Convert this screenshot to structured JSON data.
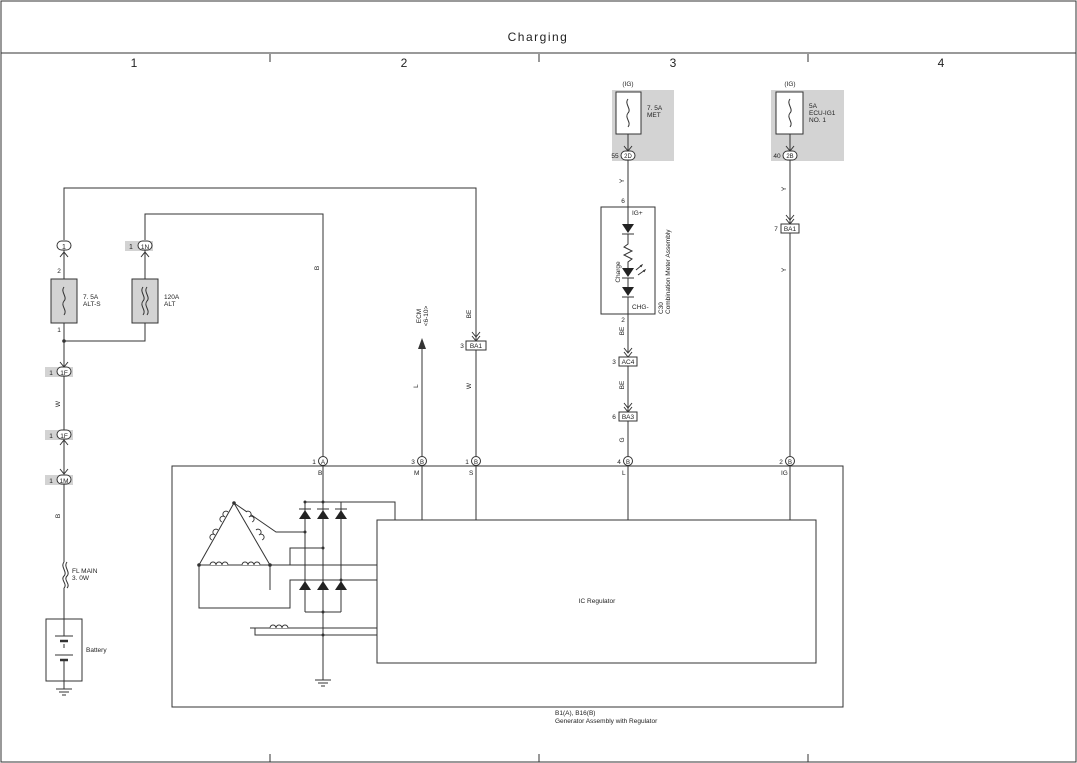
{
  "title": "Charging",
  "columns": [
    "1",
    "2",
    "3",
    "4"
  ],
  "power_sources": [
    {
      "tag": "(IG)",
      "fuse": "7. 5A",
      "name": "MET",
      "pin": "55",
      "connector": "2D"
    },
    {
      "tag": "(IG)",
      "fuse": "5A",
      "name": "ECU-IG1",
      "name2": "NO. 1",
      "pin": "40",
      "connector": "2B"
    }
  ],
  "fuses": [
    {
      "rating": "7. 5A",
      "name": "ALT-S",
      "pin_top": "2",
      "pin_bottom": "1"
    },
    {
      "rating": "120A",
      "name": "ALT"
    },
    {
      "rating": "FL MAIN",
      "name": "3. 0W"
    }
  ],
  "connectors": {
    "c1": {
      "pin": "",
      "id": "1"
    },
    "c1n": {
      "pin": "1",
      "id": "1N"
    },
    "c1f_a": {
      "pin": "1",
      "id": "1F"
    },
    "c1f_b": {
      "pin": "1",
      "id": "1F"
    },
    "c1m": {
      "pin": "1",
      "id": "1M"
    },
    "ba1_s": {
      "pin": "3",
      "id": "BA1"
    },
    "ba1_ig": {
      "pin": "7",
      "id": "BA1"
    },
    "ac4": {
      "pin": "3",
      "id": "AC4"
    },
    "ba3": {
      "pin": "6",
      "id": "BA3"
    }
  },
  "wire_colors": {
    "b_main": "B",
    "b_bat": "B",
    "w": "W",
    "l": "L",
    "be_s": "BE",
    "w_s": "W",
    "y_met": "Y",
    "be_c": "BE",
    "be_c2": "BE",
    "g": "G",
    "y_ig": "Y",
    "y_ig2": "Y"
  },
  "ecm": {
    "label": "ECM",
    "ref": "<6-10>"
  },
  "combination_meter": {
    "id": "C30",
    "name": "Combination Meter Assembly",
    "pin_top": "6",
    "term_top": "IG+",
    "lamp": "Charge",
    "pin_bottom": "2",
    "term_bottom": "CHG-"
  },
  "generator_pins": [
    {
      "num": "1",
      "conn": "A",
      "term": "B"
    },
    {
      "num": "3",
      "conn": "B",
      "term": "M"
    },
    {
      "num": "1",
      "conn": "B",
      "term": "S"
    },
    {
      "num": "4",
      "conn": "B",
      "term": "L"
    },
    {
      "num": "2",
      "conn": "B",
      "term": "IG"
    }
  ],
  "ic_regulator": "IC Regulator",
  "battery": "Battery",
  "generator_ref": "B1(A), B16(B)",
  "generator_name": "Generator Assembly with Regulator",
  "colors": {
    "shade": "#d3d3d3",
    "line": "#333333"
  }
}
